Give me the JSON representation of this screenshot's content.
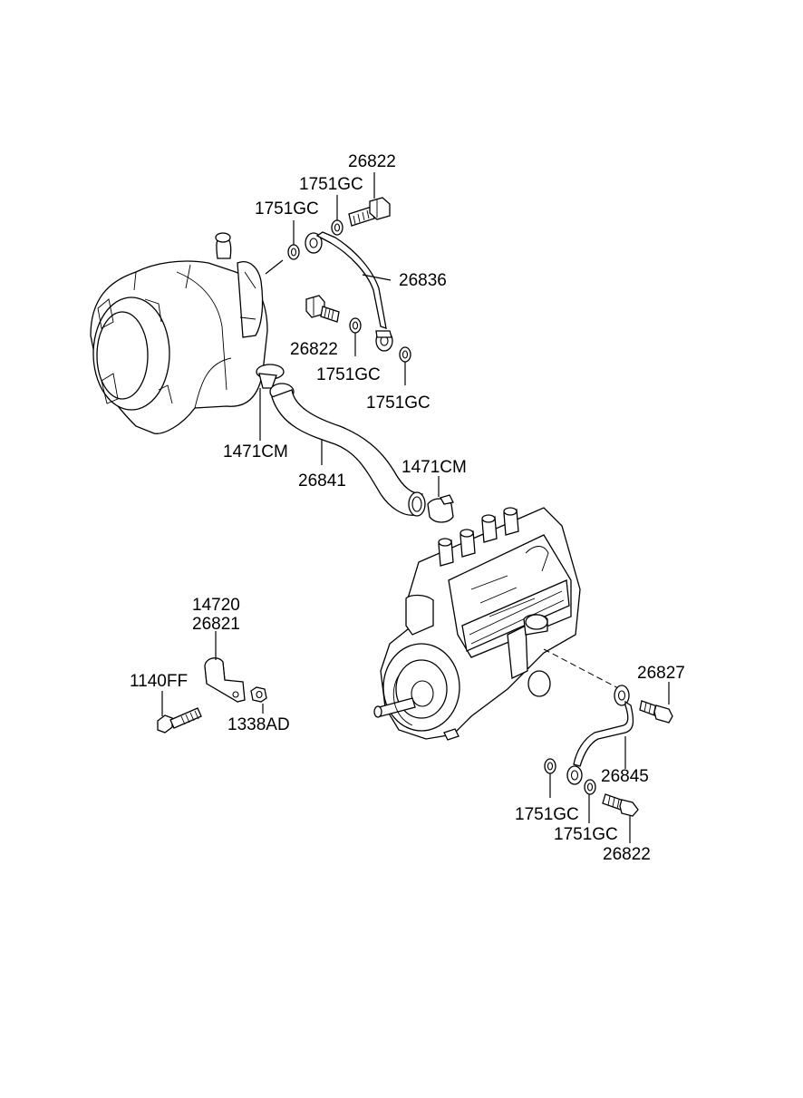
{
  "labels": {
    "l_26822_top": "26822",
    "l_1751GC_a": "1751GC",
    "l_1751GC_b": "1751GC",
    "l_26836": "26836",
    "l_26822_mid": "26822",
    "l_1751GC_c": "1751GC",
    "l_1751GC_d": "1751GC",
    "l_1471CM_a": "1471CM",
    "l_26841": "26841",
    "l_1471CM_b": "1471CM",
    "l_14720": "14720",
    "l_26821": "26821",
    "l_1140FF": "1140FF",
    "l_1338AD": "1338AD",
    "l_26827": "26827",
    "l_26845": "26845",
    "l_1751GC_e": "1751GC",
    "l_1751GC_f": "1751GC",
    "l_26822_bot": "26822"
  }
}
